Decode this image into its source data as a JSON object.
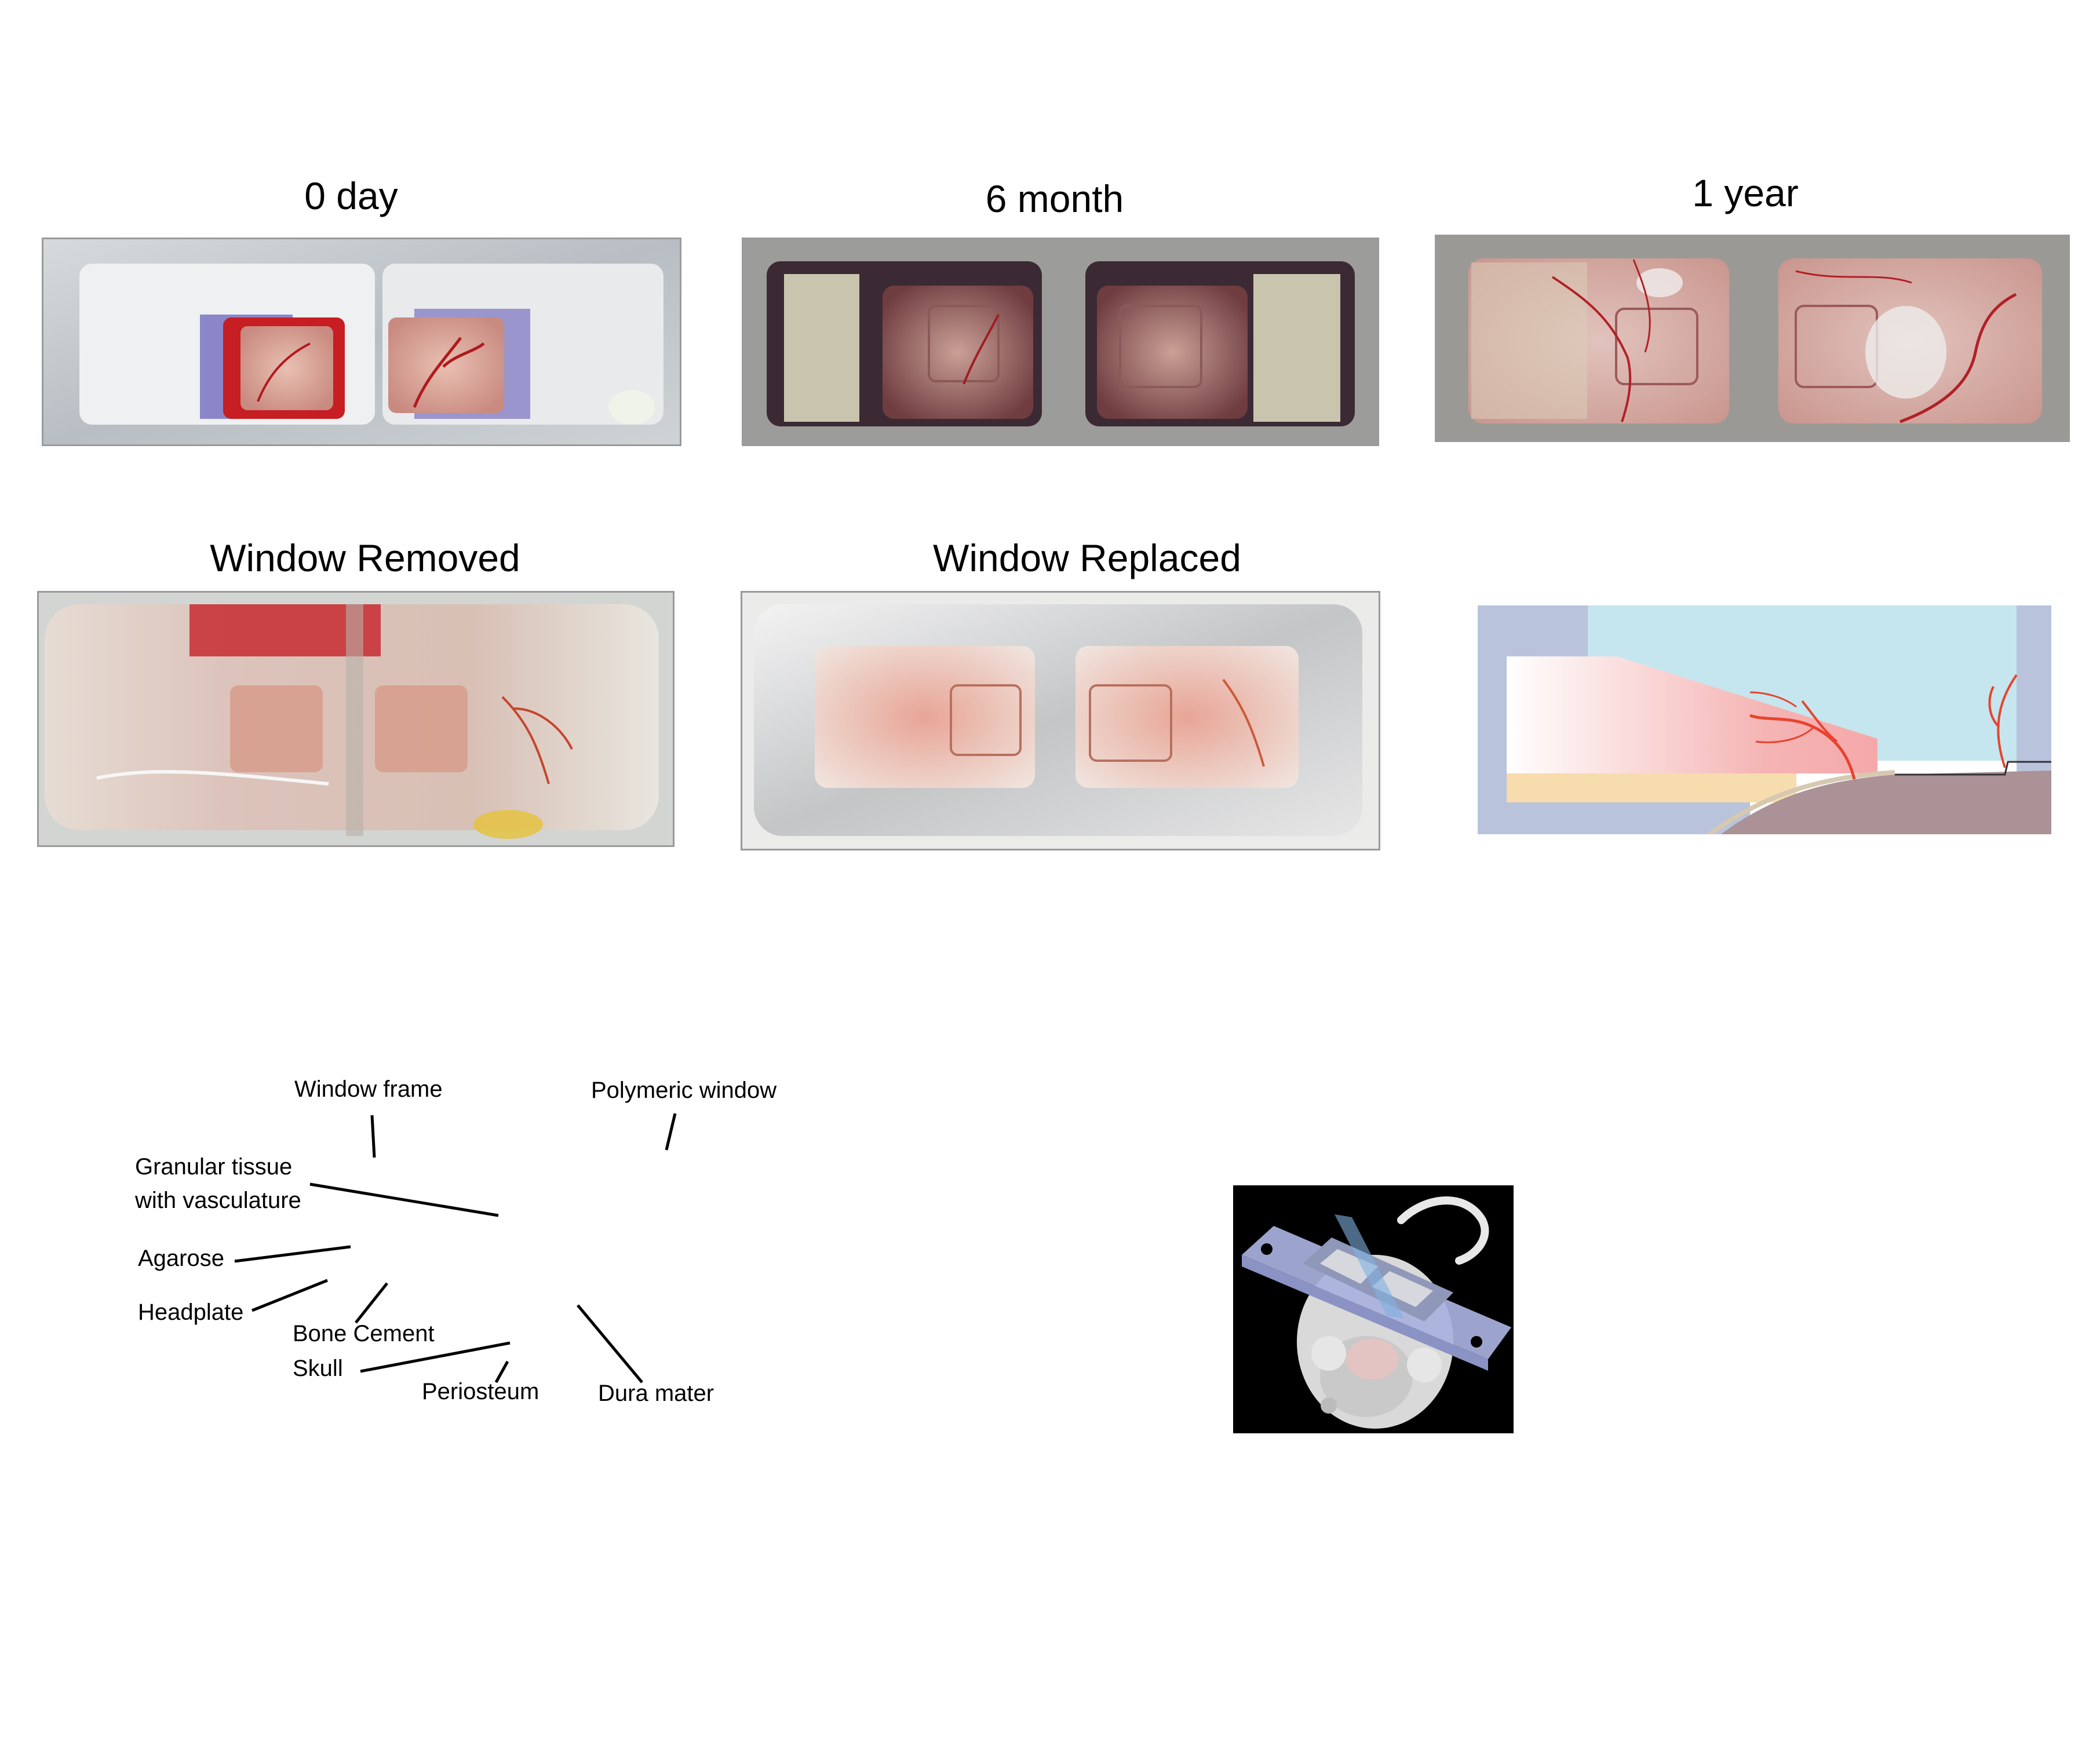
{
  "panels": {
    "day0": "0 day",
    "month6": "6 month",
    "year1": "1 year",
    "removed": "Window Removed",
    "replaced": "Window Replaced"
  },
  "labels": {
    "window_frame": "Window frame",
    "polymeric_window": "Polymeric window",
    "granular_tissue": "Granular tissue",
    "with_vasculature": "with vasculature",
    "agarose": "Agarose",
    "headplate": "Headplate",
    "bone_cement": "Bone Cement",
    "skull": "Skull",
    "periosteum": "Periosteum",
    "dura_mater": "Dura mater"
  },
  "colors": {
    "frame_silver": "#c8ccd0",
    "tissue_red": "#c81e24",
    "brain_tissue": "#d9a79f",
    "window_blue": "#c5e6ee",
    "headplate_lavender": "#b9c3dc",
    "agarose_yellow": "#f7dcae",
    "brain_mauve": "#aa9296"
  }
}
